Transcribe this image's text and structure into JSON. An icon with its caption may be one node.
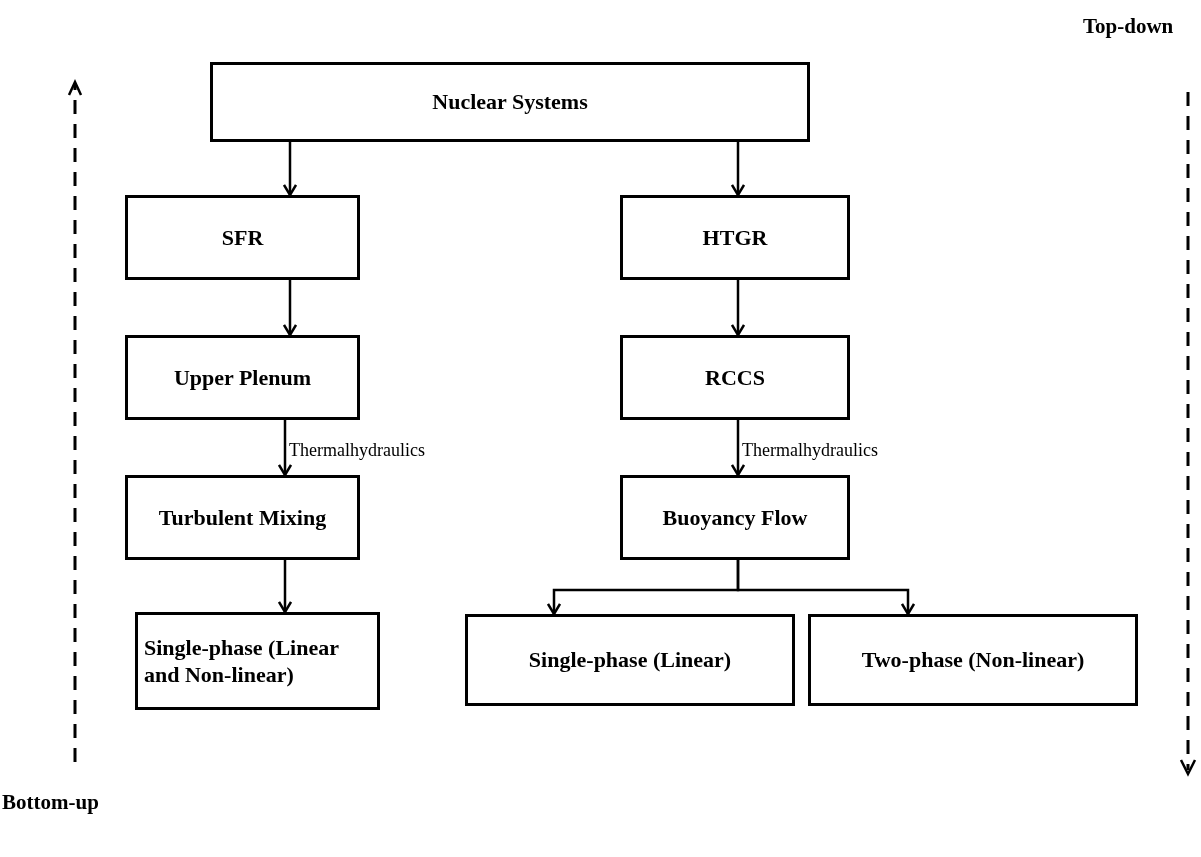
{
  "diagram": {
    "nodes": [
      {
        "text": [
          "Nuclear Systems"
        ]
      },
      {
        "text": [
          "SFR"
        ]
      },
      {
        "text": [
          "HTGR"
        ]
      },
      {
        "text": [
          "Upper Plenum"
        ]
      },
      {
        "text": [
          "RCCS"
        ]
      },
      {
        "text": [
          "Turbulent Mixing"
        ]
      },
      {
        "text": [
          "Buoyancy Flow"
        ]
      },
      {
        "text": [
          "Single-phase (Linear and Non-linear)"
        ]
      },
      {
        "text": [
          "Single-phase (Linear)"
        ]
      },
      {
        "text": [
          "Two-phase (Non-linear)"
        ]
      }
    ],
    "edges": [
      {
        "from": 0,
        "to": 1,
        "arrow": "to"
      },
      {
        "from": 0,
        "to": 2,
        "arrow": "to"
      },
      {
        "from": 1,
        "to": 3,
        "arrow": "to"
      },
      {
        "from": 2,
        "to": 4,
        "arrow": "to"
      },
      {
        "from": 3,
        "to": 5,
        "arrow": "to",
        "label": "Thermalhydraulics"
      },
      {
        "from": 4,
        "to": 6,
        "arrow": "to",
        "label": "Thermalhydraulics"
      },
      {
        "from": 5,
        "to": 7,
        "arrow": "to"
      },
      {
        "from": 6,
        "to": 8,
        "arrow": "to"
      },
      {
        "from": 6,
        "to": 9,
        "arrow": "to"
      }
    ],
    "labels": [
      "Top-down",
      "Bottom-up"
    ]
  }
}
